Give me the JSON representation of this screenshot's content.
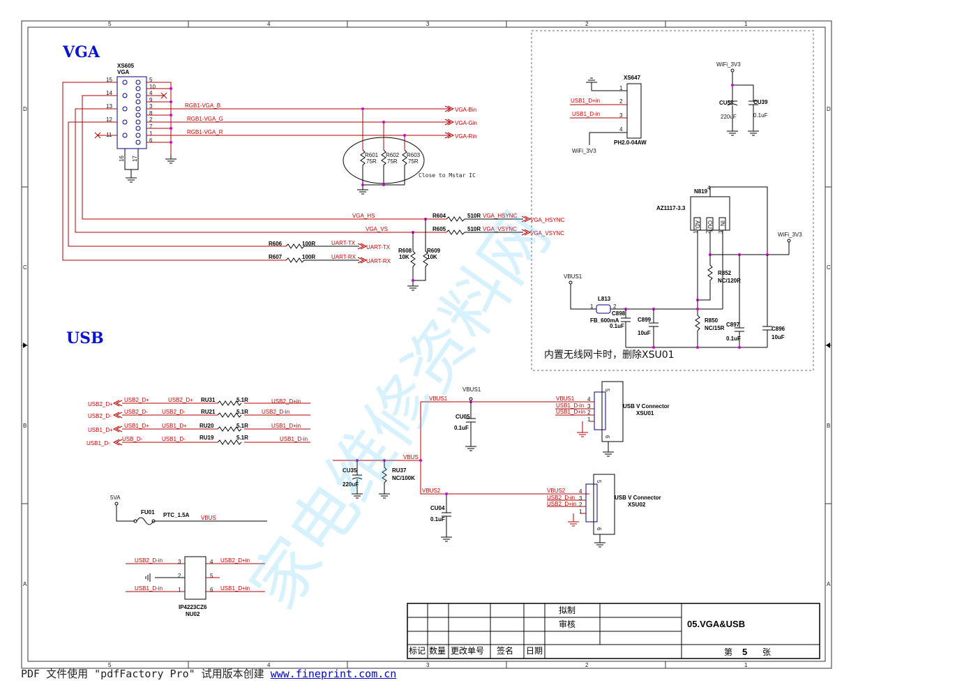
{
  "watermark": "家电维修资料网",
  "border": {
    "col_labels_top": [
      "5",
      "4",
      "3",
      "2",
      "1"
    ],
    "col_labels_bottom": [
      "5",
      "4",
      "3",
      "2",
      "1"
    ],
    "row_labels_left": [
      "D",
      "C",
      "B",
      "A"
    ],
    "row_labels_right": [
      "D",
      "C",
      "B",
      "A"
    ]
  },
  "vga": {
    "heading": "VGA",
    "connector_ref": "XS605",
    "connector_type": "VGA",
    "pins_left": [
      "15",
      "14",
      "13",
      "12",
      "11"
    ],
    "pins_right": [
      "5",
      "10",
      "4",
      "9",
      "3",
      "8",
      "2",
      "7",
      "1",
      "6"
    ],
    "shell_pins": [
      "16",
      "17"
    ],
    "nets": [
      "RGB1-VGA_B",
      "RGB1-VGA_G",
      "RGB1-VGA_R"
    ],
    "outputs": [
      "VGA-Bin",
      "VGA-Gin",
      "VGA-Rin"
    ],
    "term_resistors": [
      {
        "ref": "R601",
        "value": "75R"
      },
      {
        "ref": "R602",
        "value": "75R"
      },
      {
        "ref": "R603",
        "value": "75R"
      }
    ],
    "note": "Close to Mstar IC",
    "hs": {
      "net": "VGA_HS",
      "ref": "R604",
      "value": "510R",
      "out_net": "VGA_HSYNC",
      "port": "VGA_HSYNC"
    },
    "vs": {
      "net": "VGA_VS",
      "ref": "R605",
      "value": "510R",
      "out_net": "VGA_VSYNC",
      "port": "VGA_VSYNC"
    },
    "uart_tx": {
      "ref": "R606",
      "value": "100R",
      "port": "UART-TX"
    },
    "uart_rx": {
      "ref": "R607",
      "value": "100R",
      "port": "UART-RX"
    },
    "pulldowns": [
      {
        "ref": "R608",
        "value": "10K"
      },
      {
        "ref": "R609",
        "value": "10K"
      }
    ]
  },
  "wifi": {
    "connector": {
      "ref": "XS647",
      "type": "PH2.0-04AW",
      "pins": [
        "1",
        "2",
        "3",
        "4"
      ]
    },
    "nets": [
      "USB1_D+in",
      "USB1_D-in",
      "WiFi_3V3"
    ],
    "supply": "WiFi_3V3",
    "caps_top": [
      {
        "ref": "CU58",
        "value": "220uF"
      },
      {
        "ref": "CU39",
        "value": "0.1uF"
      }
    ],
    "regulator": {
      "ref": "N819",
      "type": "AZ1117-3.3",
      "pins": [
        "ADJ",
        "OUT",
        "IN"
      ],
      "pin_nums": [
        "1",
        "2",
        "3"
      ],
      "tab": "4"
    },
    "vbus": "VBUS1",
    "ferrite": {
      "ref": "L813",
      "value": "FB_600mA",
      "pins": [
        "1",
        "2"
      ]
    },
    "caps": [
      {
        "ref": "C898",
        "value": "0.1uF"
      },
      {
        "ref": "C899",
        "value": "10uF"
      },
      {
        "ref": "C897",
        "value": "0.1uF"
      },
      {
        "ref": "C896",
        "value": "10uF"
      }
    ],
    "resistors": [
      {
        "ref": "R852",
        "value": "NC/120R"
      },
      {
        "ref": "R850",
        "value": "NC/15R"
      }
    ],
    "note": "内置无线网卡时，删除XSU01"
  },
  "usb": {
    "heading": "USB",
    "ports_left": [
      "USB2_D+",
      "USB2_D-",
      "USB1_D+",
      "USB1_D-"
    ],
    "series": [
      {
        "in": "USB2_D+",
        "mid": "USB2_D+",
        "ref": "RU31",
        "value": "5.1R",
        "out": "USB2_D+in"
      },
      {
        "in": "USB2_D-",
        "mid": "USB2_D-",
        "ref": "RU21",
        "value": "5.1R",
        "out": "USB2_D-in"
      },
      {
        "in": "USB1_D+",
        "mid": "USB1_D+",
        "ref": "RU20",
        "value": "5.1R",
        "out": "USB1_D+in"
      },
      {
        "in": "USB_D-",
        "mid": "USB1_D-",
        "ref": "RU19",
        "value": "5.1R",
        "out": "USB1_D-in"
      }
    ],
    "vbus1": "VBUS1",
    "vbus": "VBUS",
    "vbus2": "VBUS2",
    "cu05": {
      "ref": "CU05",
      "value": "0.1uF"
    },
    "cu04": {
      "ref": "CU04",
      "value": "0.1uF"
    },
    "cu35": {
      "ref": "CU35",
      "value": "220uF"
    },
    "ru37": {
      "ref": "RU37",
      "value": "NC/100K"
    },
    "conn1": {
      "ref": "XSU01",
      "type": "USB V Connector",
      "nets": [
        "VBUS1",
        "USB1_D-in",
        "USB1_D+in"
      ],
      "pins": [
        "4",
        "3",
        "2",
        "1"
      ],
      "shell": [
        "5",
        "6"
      ]
    },
    "conn2": {
      "ref": "XSU02",
      "type": "USB V Connector",
      "nets": [
        "VBUS2",
        "USB2_D-in",
        "USB2_D+in"
      ],
      "pins": [
        "4",
        "3",
        "2",
        "1"
      ],
      "shell": [
        "5",
        "6"
      ]
    },
    "fuse": {
      "supply": "5VA",
      "ref": "FU01",
      "value": "PTC_1.5A",
      "net": "VBUS"
    },
    "esd": {
      "ref": "NU02",
      "type": "IP4223CZ6",
      "left": [
        {
          "pin": "3",
          "net": "USB2_D-in"
        },
        {
          "pin": "2",
          "net": ""
        },
        {
          "pin": "1",
          "net": "USB1_D-in"
        }
      ],
      "right": [
        {
          "pin": "4",
          "net": "USB2_D+in"
        },
        {
          "pin": "5",
          "net": ""
        },
        {
          "pin": "6",
          "net": "USB1_D+in"
        }
      ]
    }
  },
  "title_block": {
    "draw": "拟制",
    "review": "审核",
    "title": "05.VGA&USB",
    "col_headers": [
      "标记",
      "数量",
      "更改单号",
      "签名",
      "日期"
    ],
    "sheet_prefix": "第",
    "sheet_no": "5",
    "sheet_suffix": "张"
  },
  "footer": {
    "text": "PDF 文件使用 \"pdfFactory Pro\" 试用版本创建 ",
    "link": "www.fineprint.com.cn"
  }
}
